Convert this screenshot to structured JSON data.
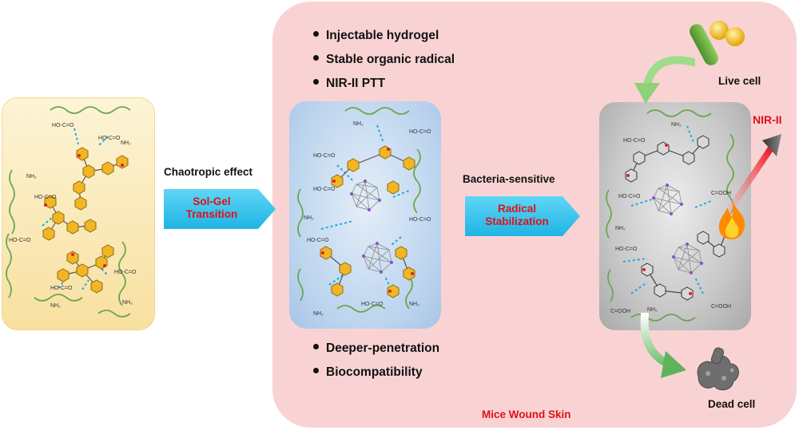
{
  "left_panel": {
    "groups": [
      "HO-C=O",
      "NH₂",
      "HO-C=O",
      "NH₂",
      "HO-C=O",
      "HO-C=O",
      "HO-C=O",
      "NH₂",
      "NH₂",
      "HO-C=O"
    ]
  },
  "arrow1": {
    "above": "Chaotropic effect",
    "line1": "Sol-Gel",
    "line2": "Transition",
    "color": "#2ec4ee"
  },
  "top_bullets": [
    "Injectable hydrogel",
    "Stable organic radical",
    "NIR-II PTT"
  ],
  "bottom_bullets": [
    "Deeper-penetration",
    "Biocompatibility"
  ],
  "mid_panel": {
    "groups": [
      "NH₂",
      "HO-C=O",
      "HO-C=O",
      "HO-C=O",
      "NH₂",
      "HO-C=O",
      "HO-C=O",
      "NH₂",
      "HO-C=O",
      "NH₂"
    ]
  },
  "arrow2": {
    "above": "Bacteria-sensitive",
    "line1": "Radical",
    "line2": "Stabilization",
    "color": "#2ec4ee"
  },
  "right_panel": {
    "groups": [
      "NH₂",
      "HO-C=O",
      "HO-C=O",
      "C=OOH",
      "NH₂",
      "HO-C=O",
      "C=OOH",
      "NH₂",
      "C=OOH"
    ]
  },
  "live_cell": {
    "label": "Live cell",
    "icon": "bacteria-icon"
  },
  "dead_cell": {
    "label": "Dead cell",
    "icon": "dead-bacteria-icon"
  },
  "nir": {
    "label": "NIR-II",
    "icon": "laser-icon",
    "fire_icon": "flame-icon"
  },
  "bottom_label": "Mice Wound Skin",
  "colors": {
    "panel_pink": "#f9d3d3",
    "arrow_cyan": "#2ec4ee",
    "text_red": "#e0101a",
    "green_arrow": "#9fdc8a",
    "ring_yellow": "#f2b625",
    "hbond_blue": "#23a8e0",
    "polymer_green": "#6aa84f"
  }
}
